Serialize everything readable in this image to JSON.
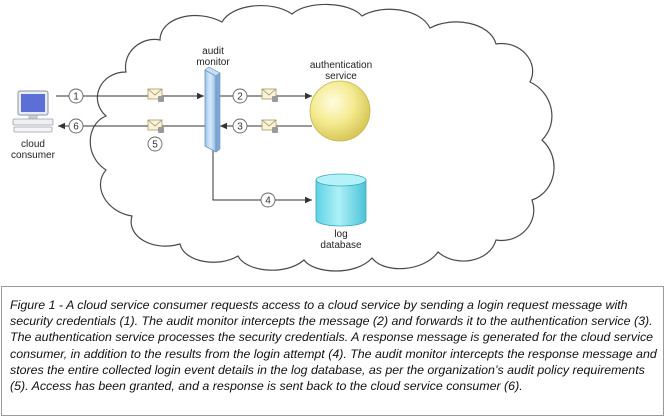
{
  "labels": {
    "audit_monitor": [
      "audit",
      "monitor"
    ],
    "authentication_service": [
      "authentication",
      "service"
    ],
    "cloud_consumer": [
      "cloud",
      "consumer"
    ],
    "log_database": [
      "log",
      "database"
    ]
  },
  "steps": [
    "1",
    "2",
    "3",
    "4",
    "5",
    "6"
  ],
  "colors": {
    "cloud_stroke": "#4a4a4a",
    "arrow": "#333333",
    "audit_bar": "#b8d4f0",
    "auth_sphere": "#f2e88a",
    "database": "#7ee0ee"
  },
  "caption": "Figure 1 - A cloud service consumer requests access to a cloud service by sending a login request message with security credentials (1). The audit monitor intercepts the message (2) and forwards it to the authentication service (3). The authentication service processes the security credentials. A response message is generated for the cloud service consumer, in addition to the results from the login attempt (4). The audit monitor intercepts the response message and stores the entire collected login event details in the log database, as per the organization’s audit policy requirements (5). Access has been granted, and a response is sent back to the cloud service consumer (6)."
}
